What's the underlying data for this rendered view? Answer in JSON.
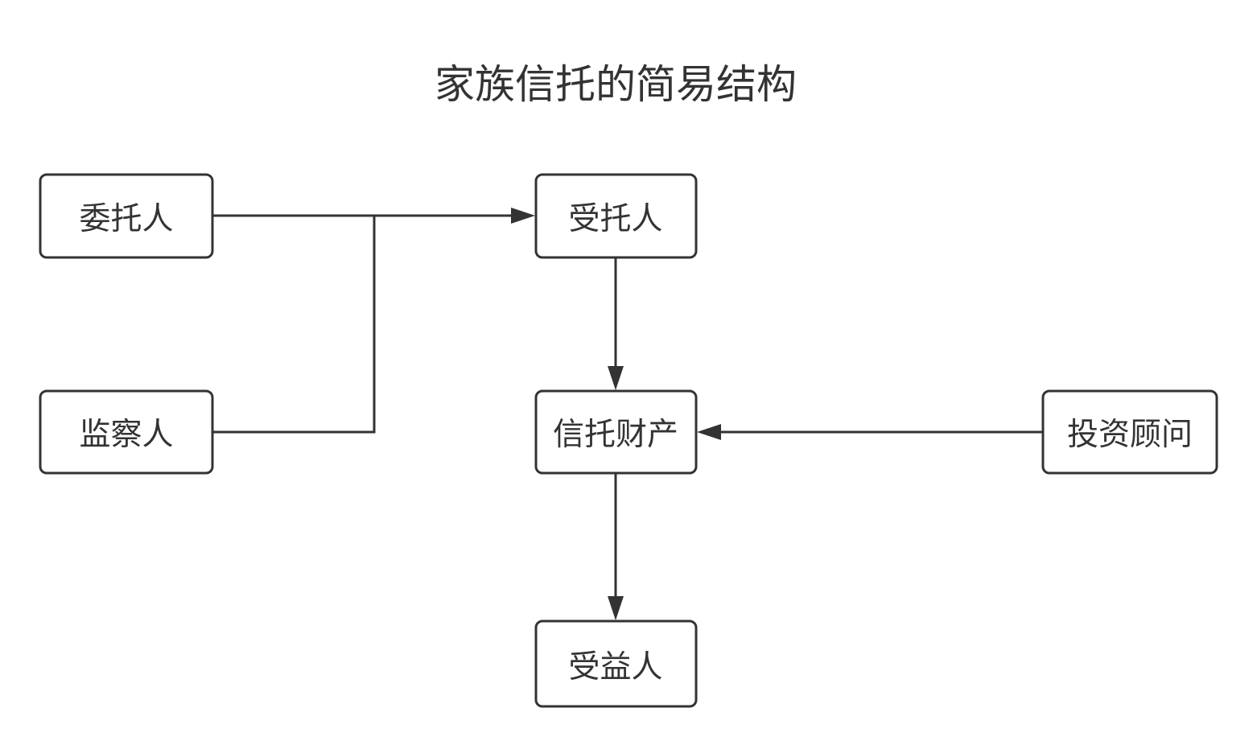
{
  "title": "家族信托的简易结构",
  "nodes": {
    "settlor": "委托人",
    "supervisor": "监察人",
    "trustee": "受托人",
    "trust_property": "信托财产",
    "investment_advisor": "投资顾问",
    "beneficiary": "受益人"
  },
  "edges": [
    {
      "from": "委托人",
      "to": "受托人"
    },
    {
      "from": "监察人",
      "to": "受托人"
    },
    {
      "from": "受托人",
      "to": "信托财产"
    },
    {
      "from": "投资顾问",
      "to": "信托财产"
    },
    {
      "from": "信托财产",
      "to": "受益人"
    }
  ]
}
